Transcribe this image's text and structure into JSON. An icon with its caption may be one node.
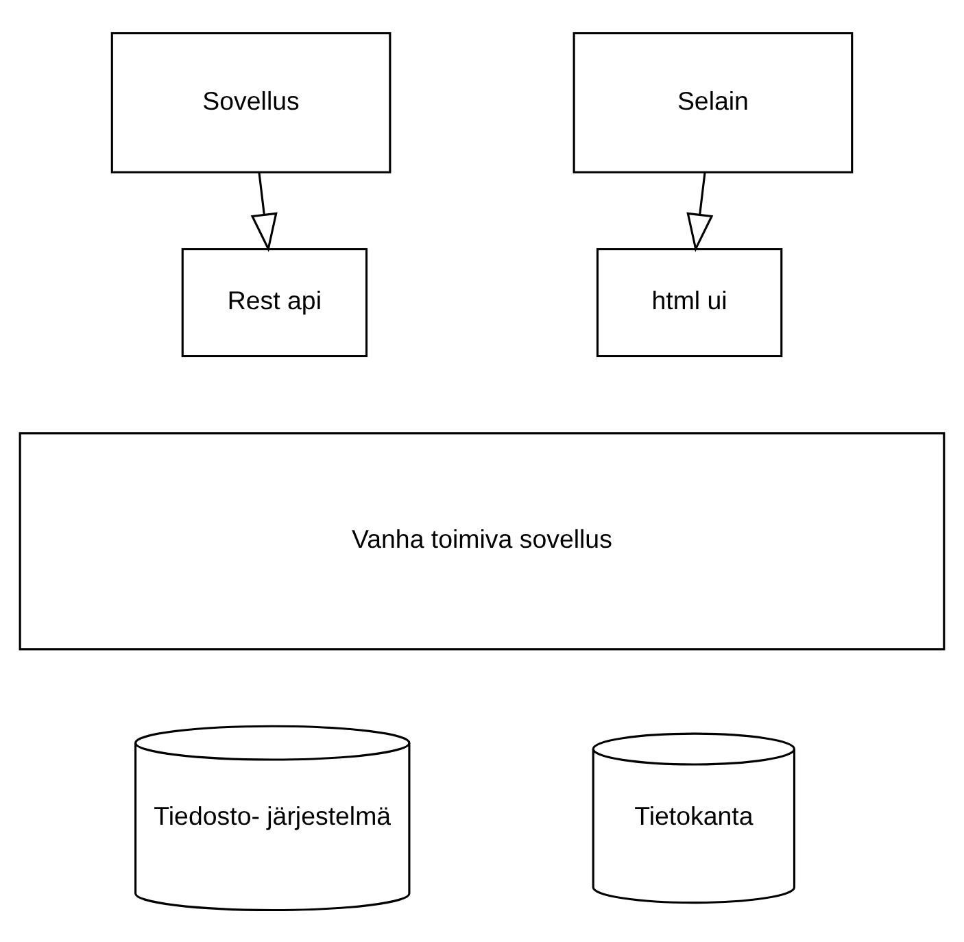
{
  "diagram": {
    "nodes": [
      {
        "text": [
          "Sovellus"
        ]
      },
      {
        "text": [
          "Selain"
        ]
      },
      {
        "text": [
          "Rest api"
        ]
      },
      {
        "text": [
          "html ui"
        ]
      },
      {
        "text": [
          "Vanha toimiva sovellus"
        ]
      },
      {
        "text": [
          "Tiedosto- järjestelmä"
        ]
      },
      {
        "text": [
          "Tietokanta"
        ]
      }
    ],
    "edges": [
      {
        "from": 0,
        "to": 2,
        "arrow": "to"
      },
      {
        "from": 1,
        "to": 3,
        "arrow": "to"
      }
    ]
  }
}
